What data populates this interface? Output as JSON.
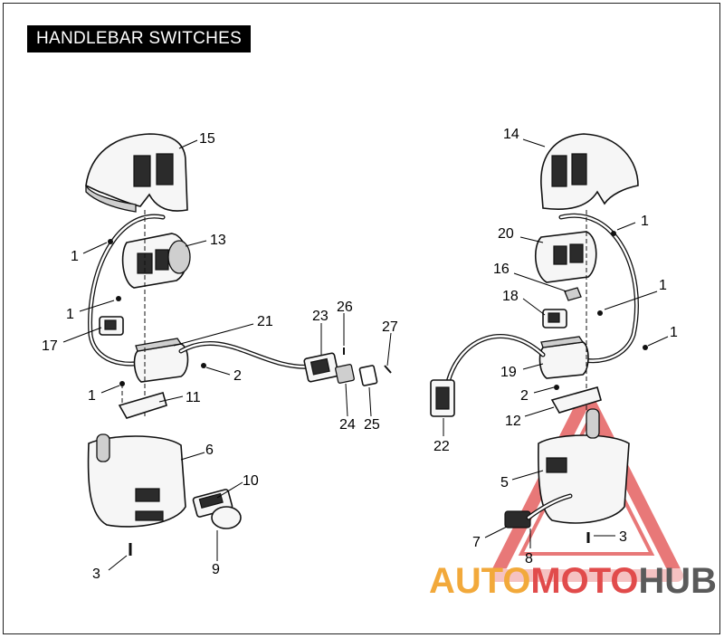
{
  "title": "HANDLEBAR SWITCHES",
  "callouts": [
    {
      "id": "c15",
      "text": "15"
    },
    {
      "id": "c1a",
      "text": "1"
    },
    {
      "id": "c13",
      "text": "13"
    },
    {
      "id": "c1b",
      "text": "1"
    },
    {
      "id": "c17",
      "text": "17"
    },
    {
      "id": "c21",
      "text": "21"
    },
    {
      "id": "c23",
      "text": "23"
    },
    {
      "id": "c26",
      "text": "26"
    },
    {
      "id": "c27",
      "text": "27"
    },
    {
      "id": "c2a",
      "text": "2"
    },
    {
      "id": "c1c",
      "text": "1"
    },
    {
      "id": "c11",
      "text": "11"
    },
    {
      "id": "c24",
      "text": "24"
    },
    {
      "id": "c25",
      "text": "25"
    },
    {
      "id": "c6",
      "text": "6"
    },
    {
      "id": "c10",
      "text": "10"
    },
    {
      "id": "c3a",
      "text": "3"
    },
    {
      "id": "c9",
      "text": "9"
    },
    {
      "id": "c14",
      "text": "14"
    },
    {
      "id": "c1d",
      "text": "1"
    },
    {
      "id": "c20",
      "text": "20"
    },
    {
      "id": "c16",
      "text": "16"
    },
    {
      "id": "c18",
      "text": "18"
    },
    {
      "id": "c1e",
      "text": "1"
    },
    {
      "id": "c1f",
      "text": "1"
    },
    {
      "id": "c19",
      "text": "19"
    },
    {
      "id": "c2b",
      "text": "2"
    },
    {
      "id": "c12",
      "text": "12"
    },
    {
      "id": "c22",
      "text": "22"
    },
    {
      "id": "c5",
      "text": "5"
    },
    {
      "id": "c7",
      "text": "7"
    },
    {
      "id": "c8",
      "text": "8"
    },
    {
      "id": "c3b",
      "text": "3"
    }
  ],
  "watermark": {
    "part1": "AUTO",
    "part2": "MOTO",
    "part3": "HUB",
    "color_orange": "#f2a93b",
    "color_red": "#e14b4b",
    "color_gray": "#5a5a5a"
  }
}
